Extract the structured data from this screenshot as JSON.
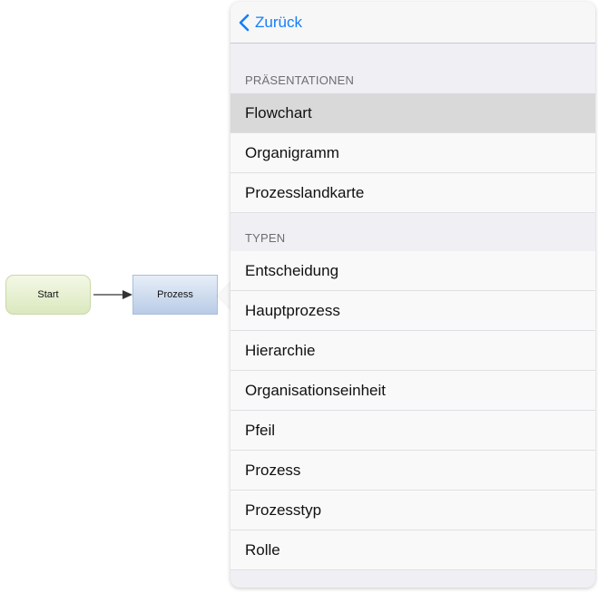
{
  "diagram": {
    "start_label": "Start",
    "process_label": "Prozess"
  },
  "popover": {
    "back_label": "Zurück",
    "sections": [
      {
        "header": "PRÄSENTATIONEN",
        "items": [
          "Flowchart",
          "Organigramm",
          "Prozesslandkarte"
        ],
        "selected_index": 0
      },
      {
        "header": "TYPEN",
        "items": [
          "Entscheidung",
          "Hauptprozess",
          "Hierarchie",
          "Organisationseinheit",
          "Pfeil",
          "Prozess",
          "Prozesstyp",
          "Rolle"
        ]
      }
    ]
  },
  "colors": {
    "accent": "#157efb",
    "selected_row": "#d9d9d9",
    "start_shape": "#dbe8bf",
    "process_shape": "#b9cce6"
  },
  "icons": {
    "back": "chevron-left-icon",
    "connector": "arrow-right-icon"
  }
}
